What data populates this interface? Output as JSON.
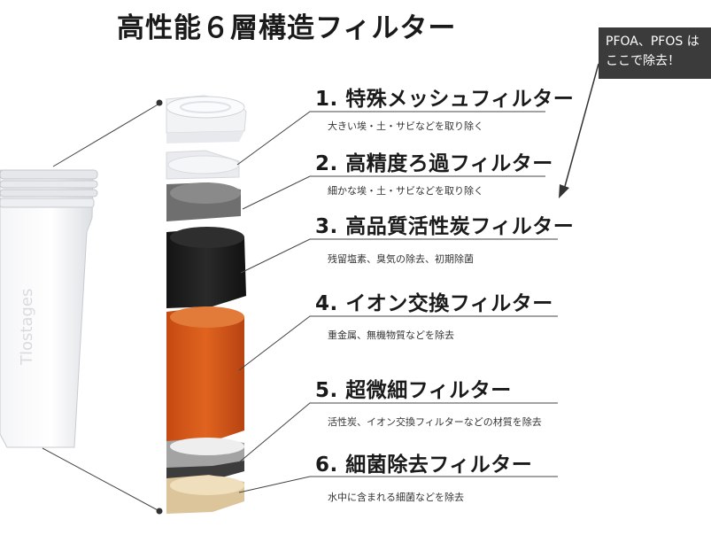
{
  "title": "高性能６層構造フィルター",
  "callout": {
    "line1": "PFOA、PFOS は",
    "line2": "ここで除去！"
  },
  "brand_mark": "Tlostages",
  "layers": [
    {
      "title": "1. 特殊メッシュフィルター",
      "desc": "大きい埃・土・サビなどを取り除く",
      "color": "#eef0f2"
    },
    {
      "title": "2. 高精度ろ過フィルター",
      "desc": "細かな埃・土・サビなどを取り除く",
      "color": "#7a7a7a"
    },
    {
      "title": "3. 高品質活性炭フィルター",
      "desc": "残留塩素、臭気の除去、初期除菌",
      "color": "#1c1c1c"
    },
    {
      "title": "4. イオン交換フィルター",
      "desc": "重金属、無機物質などを除去",
      "color": "#d0561a"
    },
    {
      "title": "5. 超微細フィルター",
      "desc": "活性炭、イオン交換フィルターなどの材質を除去",
      "color": "#9a9a9a"
    },
    {
      "title": "6. 細菌除去フィルター",
      "desc": "水中に含まれる細菌などを除去",
      "color": "#e9d6b0"
    }
  ]
}
